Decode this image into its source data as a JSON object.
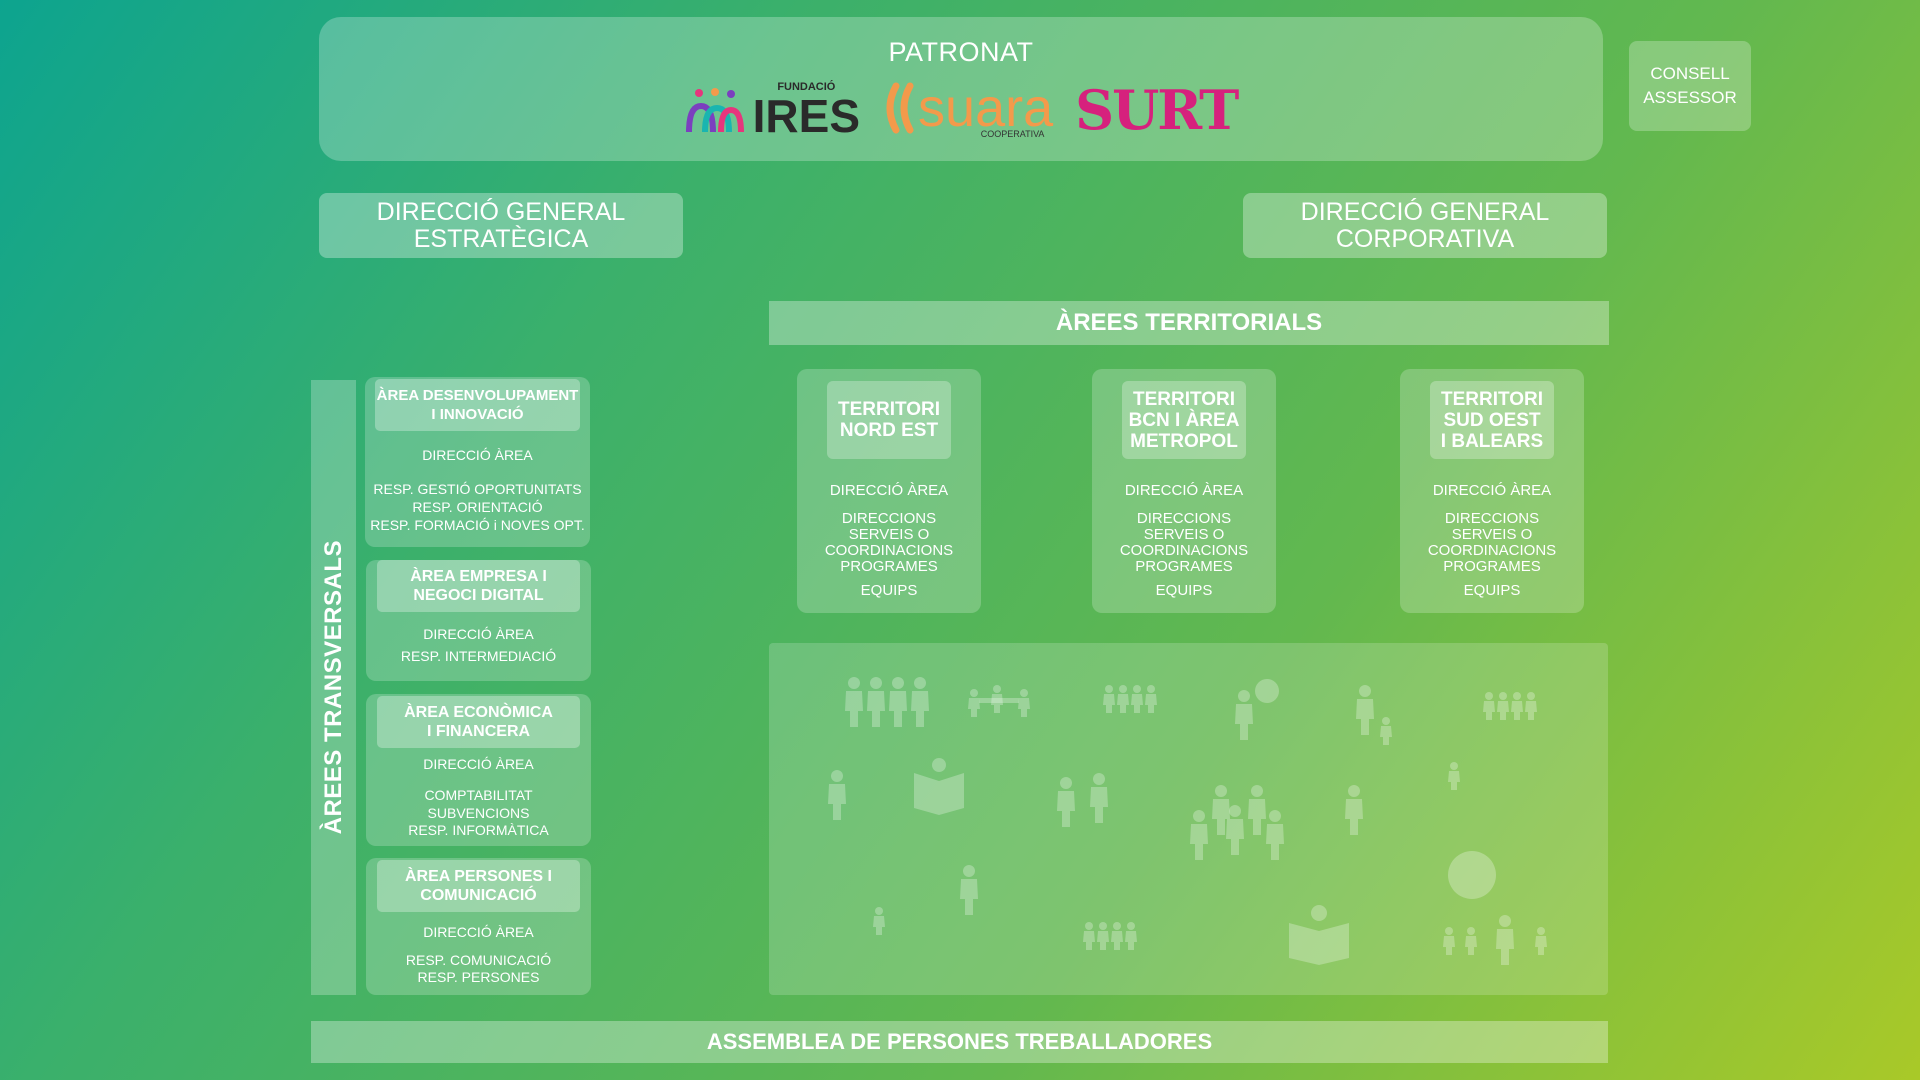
{
  "patronat": {
    "title": "PATRONAT",
    "logos": {
      "ires_small": "FUNDACIÓ",
      "ires": "IRES",
      "suara": "suara",
      "suara_small": "COOPERATIVA",
      "surt": "SURT"
    }
  },
  "consell": {
    "line1": "CONSELL",
    "line2": "ASSESSOR"
  },
  "direccio_estrategica": {
    "line1": "DIRECCIÓ GENERAL",
    "line2": "ESTRATÈGICA"
  },
  "direccio_corporativa": {
    "line1": "DIRECCIÓ GENERAL",
    "line2": "CORPORATIVA"
  },
  "arees_territorials": {
    "title": "ÀREES TERRITORIALS"
  },
  "arees_transversals": {
    "title": "ÀREES TRANSVERSALS"
  },
  "areas": [
    {
      "head": [
        "ÀREA DESENVOLUPAMENT",
        "I INNOVACIÓ"
      ],
      "lines": [
        "DIRECCIÓ ÀREA",
        "RESP. GESTIÓ OPORTUNITATS",
        "RESP. ORIENTACIÓ",
        "RESP. FORMACIÓ i NOVES OPT."
      ]
    },
    {
      "head": [
        "ÀREA EMPRESA I",
        "NEGOCI DIGITAL"
      ],
      "lines": [
        "DIRECCIÓ ÀREA",
        "RESP. INTERMEDIACIÓ"
      ]
    },
    {
      "head": [
        "ÀREA ECONÒMICA",
        "I FINANCERA"
      ],
      "lines": [
        "DIRECCIÓ ÀREA",
        "COMPTABILITAT",
        "SUBVENCIONS",
        "RESP. INFORMÀTICA"
      ]
    },
    {
      "head": [
        "ÀREA  PERSONES I",
        "COMUNICACIÓ"
      ],
      "lines": [
        "DIRECCIÓ ÀREA",
        "RESP. COMUNICACIÓ",
        "RESP. PERSONES"
      ]
    }
  ],
  "territoris": [
    {
      "head": [
        "TERRITORI",
        "NORD EST"
      ],
      "direccio": "DIRECCIÓ ÀREA",
      "serveis": [
        "DIRECCIONS",
        "SERVEIS O",
        "COORDINACIONS",
        "PROGRAMES"
      ],
      "equips": "EQUIPS"
    },
    {
      "head": [
        "TERRITORI",
        "BCN I ÀREA",
        "METROPOL"
      ],
      "direccio": "DIRECCIÓ ÀREA",
      "serveis": [
        "DIRECCIONS",
        "SERVEIS O",
        "COORDINACIONS",
        "PROGRAMES"
      ],
      "equips": "EQUIPS"
    },
    {
      "head": [
        "TERRITORI",
        "SUD OEST",
        "I BALEARS"
      ],
      "direccio": "DIRECCIÓ ÀREA",
      "serveis": [
        "DIRECCIONS",
        "SERVEIS O",
        "COORDINACIONS",
        "PROGRAMES"
      ],
      "equips": "EQUIPS"
    }
  ],
  "assemblea": {
    "title": "ASSEMBLEA DE PERSONES TREBALLADORES"
  },
  "colors": {
    "ires_arc_1": "#7b3fbf",
    "ires_arc_2": "#19b5b0",
    "suara": "#f39a4b",
    "surt": "#d6217d"
  }
}
